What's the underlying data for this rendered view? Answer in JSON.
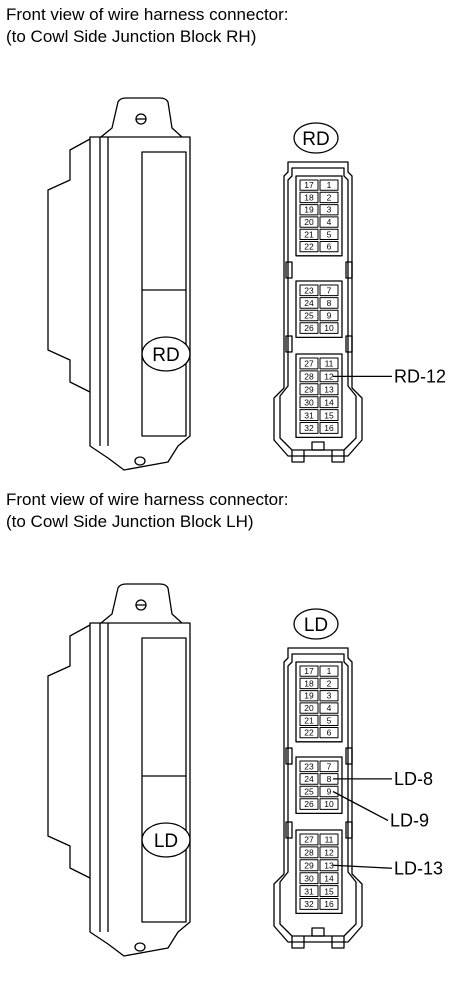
{
  "sections": [
    {
      "caption_line1": "Front view of wire harness connector:",
      "caption_line2": "(to Cowl Side Junction Block RH)",
      "body_label": "RD",
      "face_label": "RD",
      "callouts": [
        {
          "text": "RD-12",
          "pin": "12"
        }
      ]
    },
    {
      "caption_line1": "Front view of wire harness connector:",
      "caption_line2": "(to Cowl Side Junction Block LH)",
      "body_label": "LD",
      "face_label": "LD",
      "callouts": [
        {
          "text": "LD-8",
          "pin": "8"
        },
        {
          "text": "LD-9",
          "pin": "9"
        },
        {
          "text": "LD-13",
          "pin": "13"
        }
      ]
    }
  ],
  "pin_blocks": [
    [
      [
        "17",
        "1"
      ],
      [
        "18",
        "2"
      ],
      [
        "19",
        "3"
      ],
      [
        "20",
        "4"
      ],
      [
        "21",
        "5"
      ],
      [
        "22",
        "6"
      ]
    ],
    [
      [
        "23",
        "7"
      ],
      [
        "24",
        "8"
      ],
      [
        "25",
        "9"
      ],
      [
        "26",
        "10"
      ]
    ],
    [
      [
        "27",
        "11"
      ],
      [
        "28",
        "12"
      ],
      [
        "29",
        "13"
      ],
      [
        "30",
        "14"
      ],
      [
        "31",
        "15"
      ],
      [
        "32",
        "16"
      ]
    ]
  ]
}
